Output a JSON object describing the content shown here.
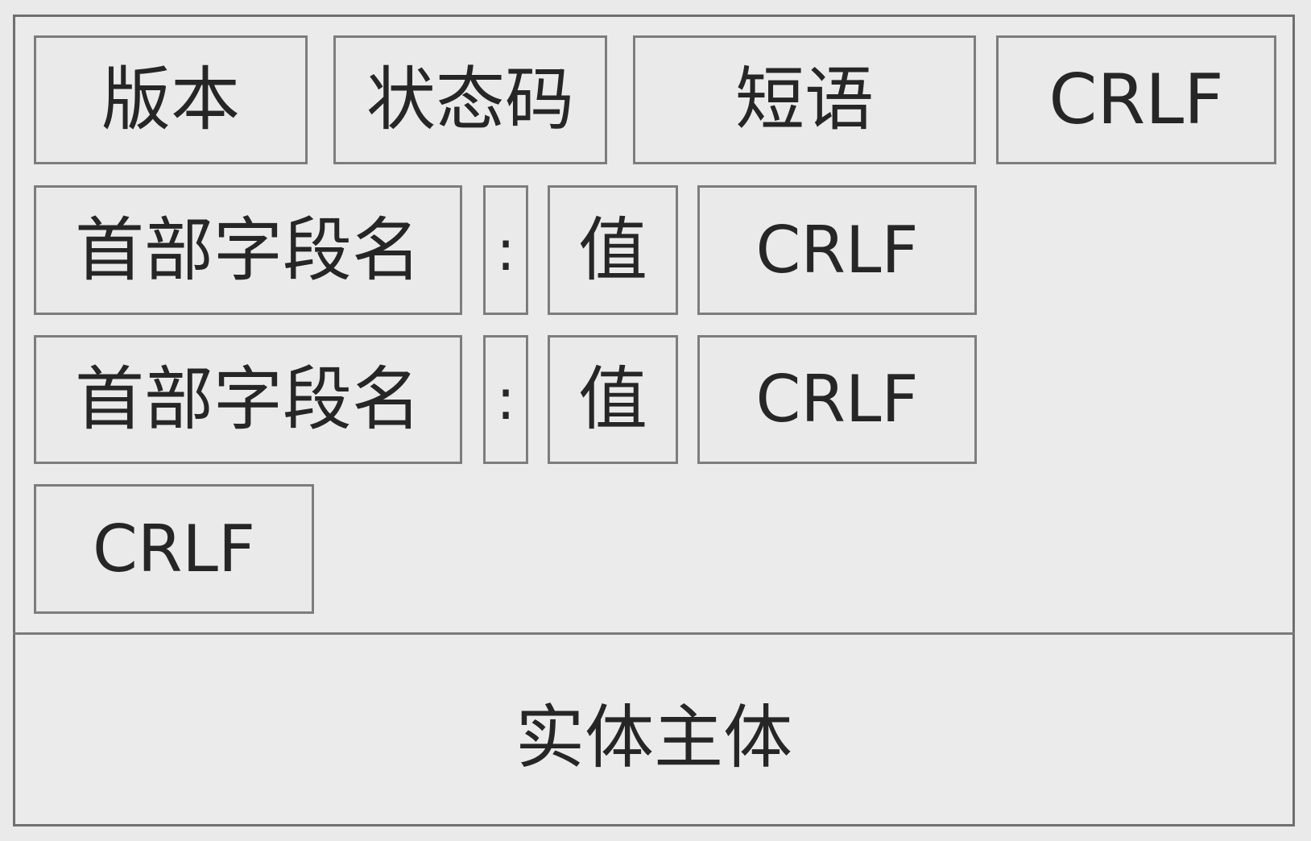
{
  "status_line": {
    "version": "版本",
    "status_code": "状态码",
    "phrase": "短语",
    "crlf": "CRLF"
  },
  "headers": [
    {
      "field_name": "首部字段名",
      "colon": ":",
      "value": "值",
      "crlf": "CRLF"
    },
    {
      "field_name": "首部字段名",
      "colon": ":",
      "value": "值",
      "crlf": "CRLF"
    }
  ],
  "blank_line": {
    "crlf": "CRLF"
  },
  "body": {
    "label": "实体主体"
  }
}
